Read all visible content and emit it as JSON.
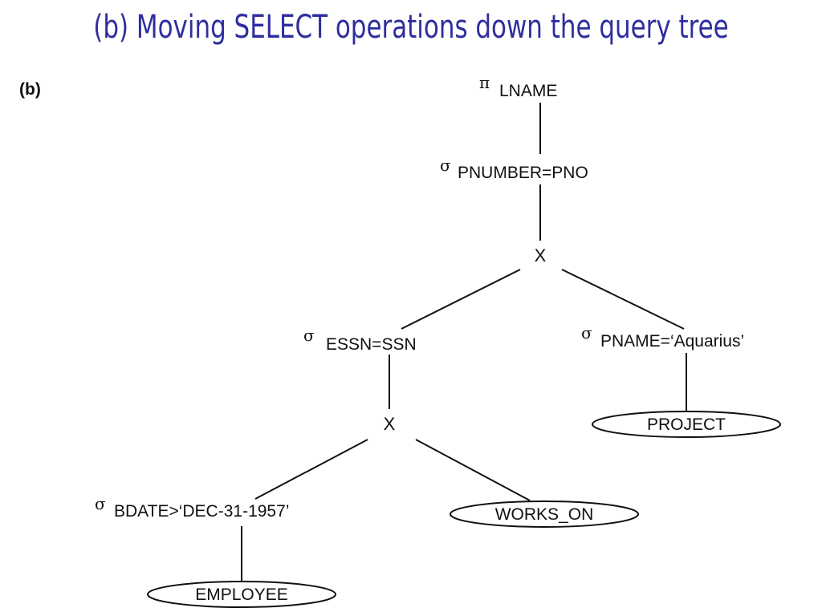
{
  "slide": {
    "title": "(b) Moving SELECT operations down the query tree",
    "panel_label": "(b)",
    "title_color": "#2E2E9E"
  },
  "tree": {
    "nodes": {
      "project_lname": {
        "symbol": "π",
        "label": "LNAME"
      },
      "select_pnumber": {
        "symbol": "σ",
        "label": "PNUMBER=PNO"
      },
      "cross_top": {
        "label": "X"
      },
      "select_essn": {
        "symbol": "σ",
        "label": "ESSN=SSN"
      },
      "select_pname": {
        "symbol": "σ",
        "label": "PNAME=‘Aquarius’"
      },
      "cross_bottom": {
        "label": "X"
      },
      "select_bdate": {
        "symbol": "σ",
        "label": "BDATE>‘DEC-31-1957’"
      },
      "relation_project": {
        "label": "PROJECT"
      },
      "relation_works_on": {
        "label": "WORKS_ON"
      },
      "relation_employee": {
        "label": "EMPLOYEE"
      }
    }
  }
}
